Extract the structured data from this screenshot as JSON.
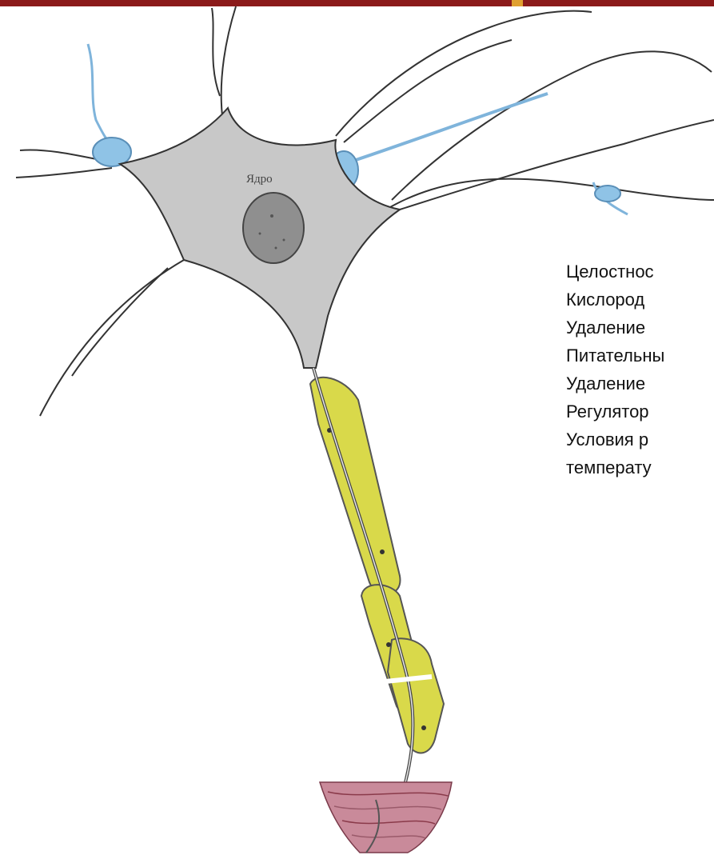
{
  "colors": {
    "top_bar": "#8b1a1a",
    "top_bar_accent": "#e0a030",
    "soma_fill": "#c8c8c8",
    "nucleus_fill": "#8f8f8f",
    "glia_blue": "#8fc3e6",
    "myelin_yellow": "#d9d94a",
    "muscle_pink": "#c98a9a",
    "outline": "#333333"
  },
  "diagram": {
    "nucleus_label": "Ядро"
  },
  "text_lines": [
    "Целостнос",
    "Кислород",
    "Удаление",
    "Питательны",
    "Удаление",
    "Регулятор",
    "Условия р",
    "температу"
  ]
}
